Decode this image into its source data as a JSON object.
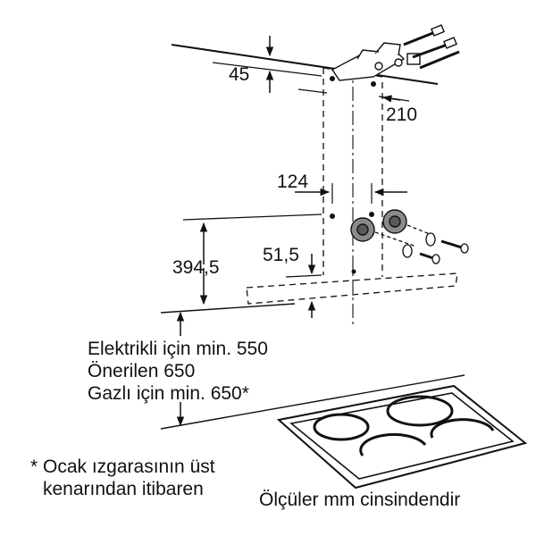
{
  "dimensions": {
    "d45": "45",
    "d210": "210",
    "d124": "124",
    "d394_5": "394,5",
    "d51_5": "51,5"
  },
  "height_notes": [
    "Elektrikli için min. 550",
    "Önerilen 650",
    "Gazlı için min. 650*"
  ],
  "footnote_mark": "*",
  "footnote_lines": [
    "Ocak ızgarasının üst",
    "kenarından itibaren"
  ],
  "units_note": "Ölçüler mm cinsindendir"
}
